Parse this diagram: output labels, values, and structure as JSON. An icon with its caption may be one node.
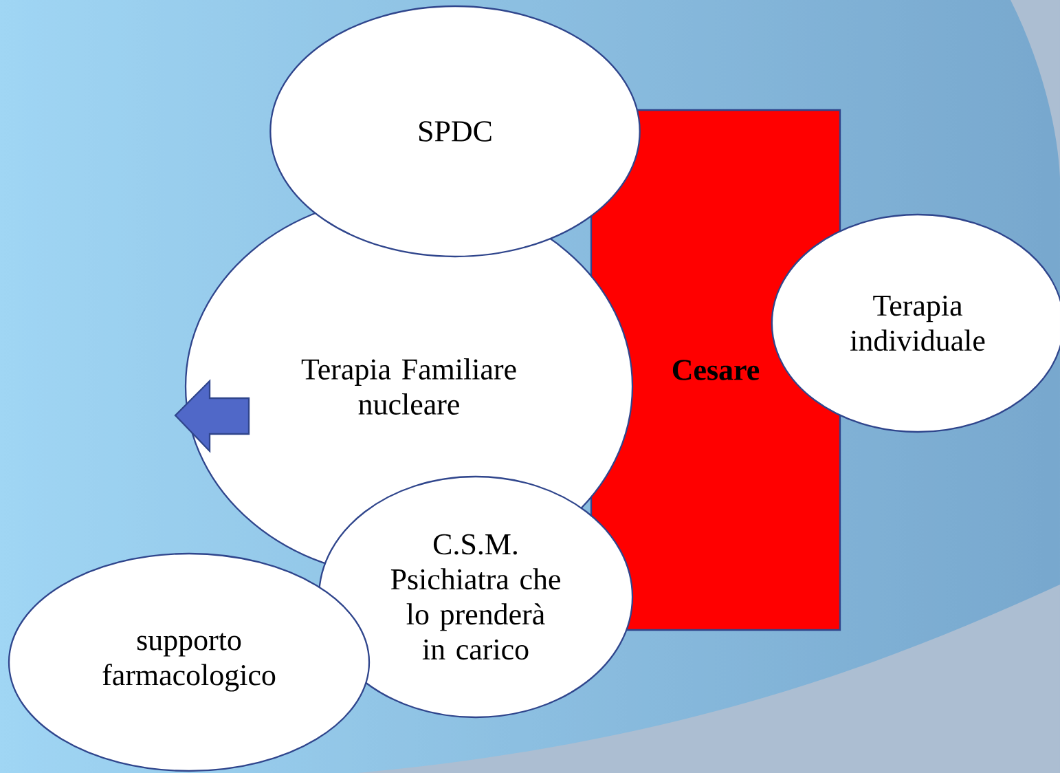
{
  "diagram": {
    "nodes": [
      {
        "text": [
          "SPDC"
        ]
      },
      {
        "text": [
          "Terapia Familiare nucleare"
        ]
      },
      {
        "text": [
          "Cesare"
        ]
      },
      {
        "text": [
          "Terapia individuale"
        ]
      },
      {
        "text": [
          "C.S.M. Psichiatra che lo prenderà in carico"
        ]
      },
      {
        "text": [
          "supporto farmacologico"
        ]
      }
    ]
  }
}
